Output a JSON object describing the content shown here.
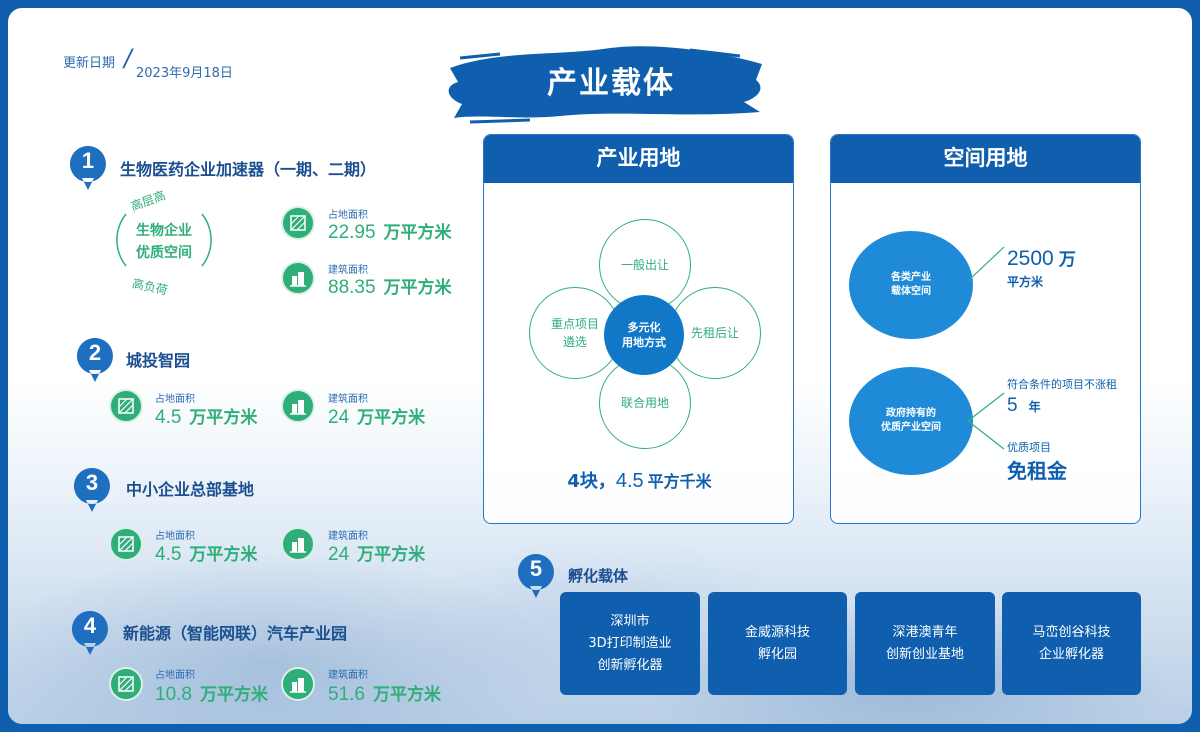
{
  "header": {
    "update_label": "更新日期",
    "update_date": "2023年9月18日",
    "title": "产业载体"
  },
  "sections": [
    {
      "num": "1",
      "title": "生物医药企业加速器（一期、二期）",
      "ring": {
        "top": "高层高",
        "bottom": "高负荷",
        "center_line1": "生物企业",
        "center_line2": "优质空间"
      },
      "metrics": [
        {
          "label": "占地面积",
          "value": "22.95",
          "unit": "万平方米",
          "icon": "land-area-icon"
        },
        {
          "label": "建筑面积",
          "value": "88.35",
          "unit": "万平方米",
          "icon": "building-area-icon"
        }
      ]
    },
    {
      "num": "2",
      "title": "城投智园",
      "metrics": [
        {
          "label": "占地面积",
          "value": "4.5",
          "unit": "万平方米",
          "icon": "land-area-icon"
        },
        {
          "label": "建筑面积",
          "value": "24",
          "unit": "万平方米",
          "icon": "building-area-icon"
        }
      ]
    },
    {
      "num": "3",
      "title": "中小企业总部基地",
      "metrics": [
        {
          "label": "占地面积",
          "value": "4.5",
          "unit": "万平方米",
          "icon": "land-area-icon"
        },
        {
          "label": "建筑面积",
          "value": "24",
          "unit": "万平方米",
          "icon": "building-area-icon"
        }
      ]
    },
    {
      "num": "4",
      "title": "新能源（智能网联）汽车产业园",
      "metrics": [
        {
          "label": "占地面积",
          "value": "10.8",
          "unit": "万平方米",
          "icon": "land-area-icon"
        },
        {
          "label": "建筑面积",
          "value": "51.6",
          "unit": "万平方米",
          "icon": "building-area-icon"
        }
      ]
    }
  ],
  "industrial_land": {
    "title": "产业用地",
    "center_line1": "多元化",
    "center_line2": "用地方式",
    "top": "一般出让",
    "left_line1": "重点项目",
    "left_line2": "遴选",
    "right": "先租后让",
    "bottom": "联合用地",
    "summary_count": "4块，",
    "summary_value": "4.5",
    "summary_unit": "平方千米"
  },
  "space_land": {
    "title": "空间用地",
    "circle1_line1": "各类产业",
    "circle1_line2": "载体空间",
    "value1": "2500",
    "value1_unit": "万",
    "value1_sub": "平方米",
    "circle2_line1": "政府持有的",
    "circle2_line2": "优质产业空间",
    "cond1": "符合条件的项目不涨租",
    "cond1_value": "5",
    "cond1_unit": "年",
    "cond2": "优质项目",
    "cond2_value": "免租金"
  },
  "incubation": {
    "num": "5",
    "title": "孵化载体",
    "items": [
      {
        "line1": "深圳市",
        "line2": "3D打印制造业",
        "line3": "创新孵化器"
      },
      {
        "line1": "金威源科技",
        "line2": "孵化园",
        "line3": ""
      },
      {
        "line1": "深港澳青年",
        "line2": "创新创业基地",
        "line3": ""
      },
      {
        "line1": "马峦创谷科技",
        "line2": "企业孵化器",
        "line3": ""
      }
    ]
  },
  "colors": {
    "primary": "#0f5fae",
    "green": "#2fae7a",
    "circle": "#1e8ad8"
  }
}
